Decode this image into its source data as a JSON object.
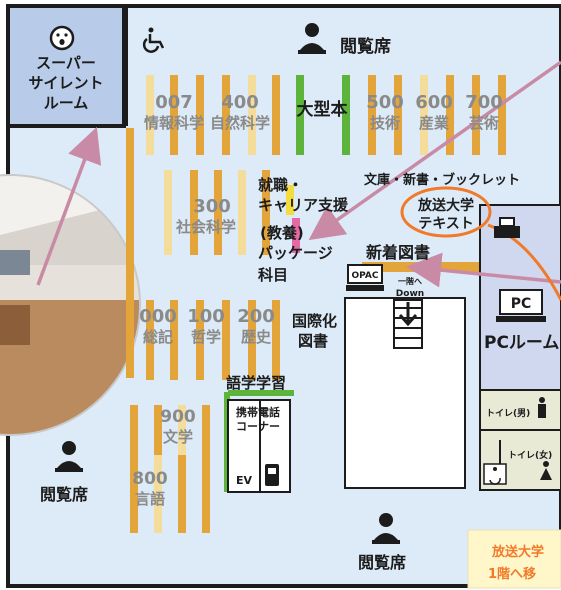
{
  "rooms": {
    "silent_room": [
      "スーパー",
      "サイレント",
      "ルーム"
    ],
    "reading_seat": "閲覧席",
    "pc_room": "PCルーム",
    "pc_icon_text": "PC",
    "opac": "OPAC",
    "stairs_label": [
      "一階へ",
      "Down"
    ],
    "toilet_male": "トイレ(男)",
    "toilet_female": "トイレ(女)",
    "elevator": "EV"
  },
  "shelves": {
    "s007": [
      "007",
      "情報科学"
    ],
    "s400": [
      "400",
      "自然科学"
    ],
    "large_books": "大型本",
    "s500": [
      "500",
      "技術"
    ],
    "s600": [
      "600",
      "産業"
    ],
    "s700": [
      "700",
      "芸術"
    ],
    "s300": [
      "300",
      "社会科学"
    ],
    "career": [
      "就職・",
      "キャリア支援"
    ],
    "package": [
      "(教養)",
      "パッケージ",
      "科目"
    ],
    "bunko": "文庫・新書・ブックレット",
    "univ_text": [
      "放送大学",
      "テキスト"
    ],
    "new_books": "新着図書",
    "s000": [
      "000",
      "総記"
    ],
    "s100": [
      "100",
      "哲学"
    ],
    "s200": [
      "200",
      "歴史"
    ],
    "intl": [
      "国際化",
      "図書"
    ],
    "language": "語学学習",
    "phone": [
      "携帯電話",
      "コーナー"
    ],
    "s900": [
      "900",
      "文学"
    ],
    "s800": [
      "800",
      "言語"
    ]
  },
  "notice": [
    "放送大学",
    "1階へ移"
  ],
  "colors": {
    "floor": "#dcebf7",
    "wall": "#1c1c1c",
    "shelf": "#e3a43a",
    "shelf_light": "#f4dc9b",
    "shelf_green": "#5db43a",
    "shelf_yellow": "#f3dc3d",
    "shelf_pink": "#e36aa4",
    "arrow_pink": "#c98aa6",
    "arrow_orange": "#f07a2a",
    "pc_room": "#cfd8ef",
    "notice_bg": "#fff6c9"
  },
  "icons": [
    "wheelchair-icon",
    "reader-desk-icon",
    "speaker-face-icon",
    "printer-icon",
    "computer-icon",
    "opac-terminal-icon",
    "mobile-phone-icon",
    "male-person-icon",
    "female-person-icon",
    "accessible-toilet-icon",
    "stairs-icon"
  ]
}
